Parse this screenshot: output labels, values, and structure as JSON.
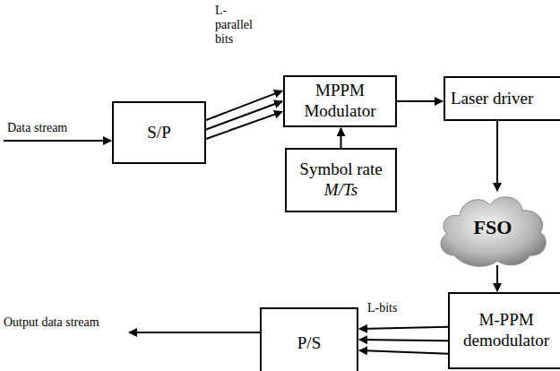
{
  "diagram": {
    "nodes": [
      {
        "text": [
          "S/P"
        ]
      },
      {
        "text": [
          "MPPM Modulator"
        ]
      },
      {
        "text": [
          "Symbol rate",
          "M/Ts"
        ]
      },
      {
        "text": [
          "Laser driver"
        ]
      },
      {
        "text": [
          "FSO"
        ]
      },
      {
        "text": [
          "M-PPM demodulator"
        ]
      },
      {
        "text": [
          "P/S"
        ]
      }
    ],
    "edges": [
      {
        "from": 0,
        "to": 1,
        "label": "L- parallel bits",
        "arrow": "to"
      },
      {
        "from": 2,
        "to": 1,
        "arrow": "to"
      },
      {
        "from": 1,
        "to": 3,
        "arrow": "to"
      },
      {
        "from": 3,
        "to": 4,
        "arrow": "to"
      },
      {
        "from": 4,
        "to": 5,
        "arrow": "to"
      },
      {
        "from": 5,
        "to": 6,
        "label": "L-bits",
        "arrow": "to"
      }
    ],
    "labels": [
      "Data stream",
      "Output data stream"
    ]
  }
}
